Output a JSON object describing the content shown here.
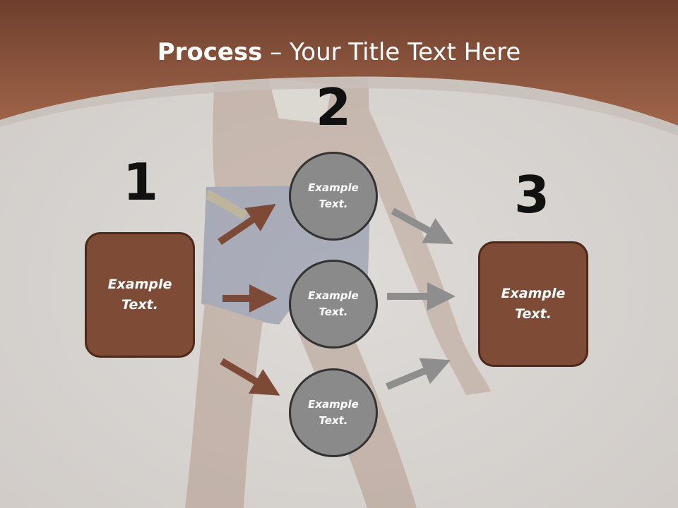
{
  "title": {
    "bold": "Process",
    "rest": " – Your Title Text Here"
  },
  "steps": [
    {
      "number": "1",
      "box_text": "Example\nText."
    },
    {
      "number": "2"
    },
    {
      "number": "3",
      "box_text": "Example\nText."
    }
  ],
  "circles": [
    {
      "text": "Example\nText."
    },
    {
      "text": "Example\nText."
    },
    {
      "text": "Example\nText."
    }
  ],
  "colors": {
    "header_brown": "#8a4d33",
    "box_fill": "#7e4c36",
    "box_border": "#4b2a1b",
    "circle_fill": "#8a8a8a",
    "arrow_brown": "#7d4a36",
    "arrow_gray": "#8e8e8e",
    "background": "#d9d6d3"
  }
}
